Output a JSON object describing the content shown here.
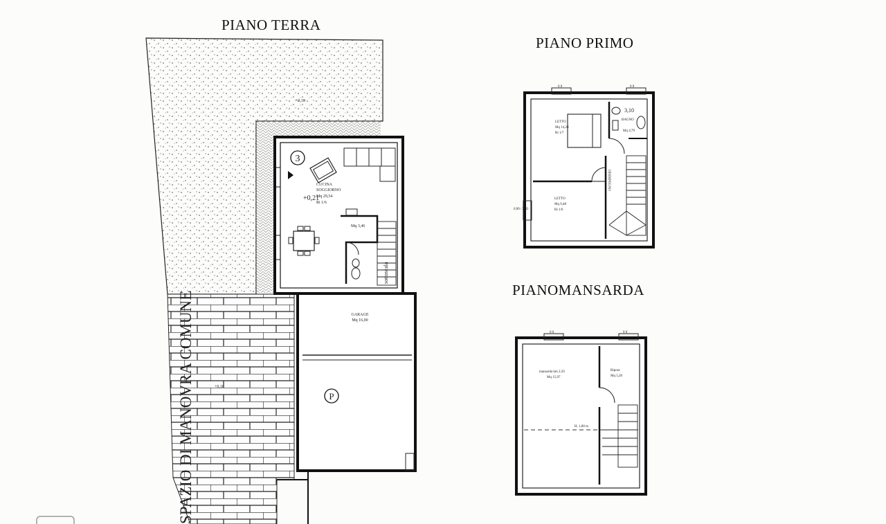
{
  "titles": {
    "ground": "PIANO TERRA",
    "first": "PIANO PRIMO",
    "attic": "PIANOMANSARDA"
  },
  "ground_floor": {
    "garden_level": "+0,18",
    "unit_number": "3",
    "room_name_1": "CUCINA",
    "room_name_2": "SOGGIORNO",
    "room_area": "Mq 29,54",
    "room_ratio": "Ri 1/6",
    "floor_level": "+0,21",
    "bath_area": "Mq 3,46",
    "stair_note": "sottoscala",
    "garage_name": "GARAGE",
    "garage_area": "Mq 16,00",
    "parking_symbol": "P",
    "yard_level": "+0,18",
    "maneuver_text": "SPAZIO DI MANOVRA COMUNE"
  },
  "first_floor": {
    "bed1_name": "LETTO",
    "bed1_area": "Mq 14,20",
    "bed1_ratio": "Ri 1/7",
    "bath_name": "BAGNO",
    "bath_level": "3,10",
    "bath_area": "Mq 4,79",
    "hall_name": "DISIMPEGNO",
    "bed2_name": "LETTO",
    "bed2_area": "Mq 9,48",
    "bed2_ratio": "Ri 1/6",
    "window_label": "0,90 / 2,43"
  },
  "attic_floor": {
    "room_name": "mansarda hm 2,50",
    "room_area": "Mq 15,97",
    "storage_name": "Ripost.",
    "storage_area": "Mq 5,20",
    "height_note": "H. 1,80 m"
  },
  "colors": {
    "ink": "#1a1a1a",
    "paper": "#fcfcfb",
    "hatch": "#b9b9b9"
  }
}
